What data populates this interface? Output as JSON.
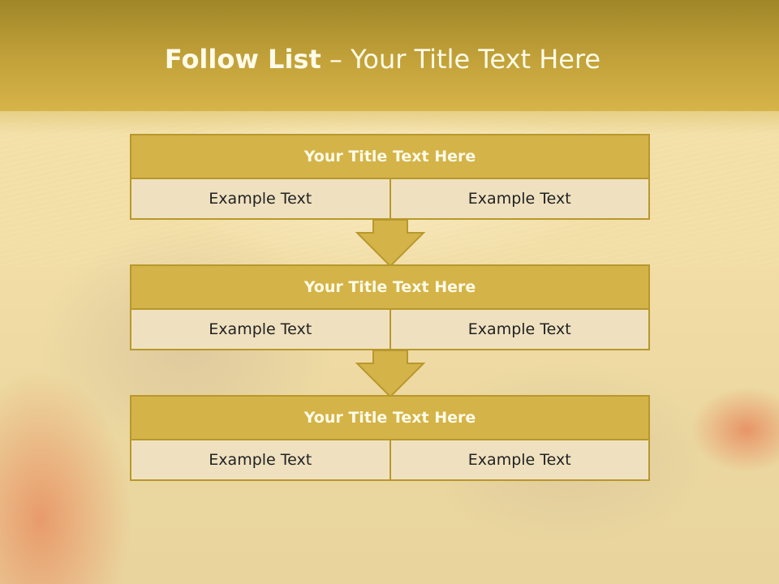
{
  "slide": {
    "title_bold": "Follow List",
    "title_rest": " – Your Title Text Here"
  },
  "blocks": [
    {
      "title": "Your Title Text Here",
      "cells": [
        "Example Text",
        "Example Text"
      ]
    },
    {
      "title": "Your Title Text Here",
      "cells": [
        "Example Text",
        "Example Text"
      ]
    },
    {
      "title": "Your Title Text Here",
      "cells": [
        "Example Text",
        "Example Text"
      ]
    }
  ],
  "colors": {
    "accent": "#d4b348",
    "accent_border": "#b8982c",
    "cell_fill": "#efe1c0",
    "header": "#c3a23a"
  },
  "icons": [
    "down-arrow-icon",
    "down-arrow-icon"
  ]
}
